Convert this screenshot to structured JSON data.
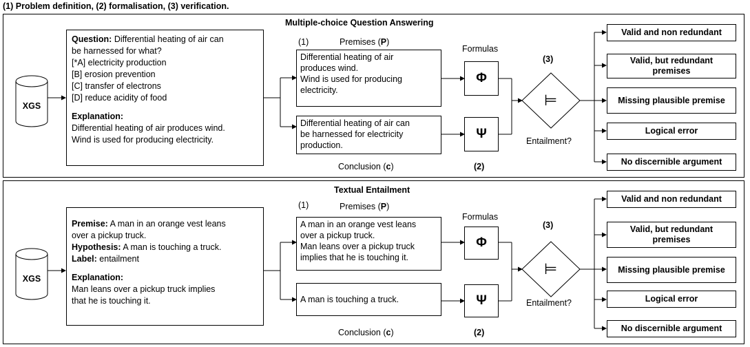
{
  "caption": "(1) Problem definition, (2) formalisation, (3) verification.",
  "panels": {
    "top": {
      "title": "Multiple-choice Question Answering",
      "source": "XGS",
      "example": [
        {
          "label": "Question:",
          "text": " Differential heating of air can"
        },
        {
          "label": "",
          "text": "be harnessed for what?"
        },
        {
          "label": "",
          "text": "[*A] electricity production"
        },
        {
          "label": "",
          "text": "[B] erosion prevention"
        },
        {
          "label": "",
          "text": "[C] transfer of electrons"
        },
        {
          "label": "",
          "text": "[D] reduce acidity of food"
        }
      ],
      "explanation_label": "Explanation:",
      "explanation": [
        "Differential heating of air produces wind.",
        "Wind is used for producing electricity."
      ],
      "step1": "(1)",
      "premises_label": "Premises (",
      "premises_symbol": "P",
      "premises_close": ")",
      "premises": [
        "Differential heating of air",
        "produces wind.",
        "Wind is used for producing",
        "electricity."
      ],
      "conclusion": [
        "Differential heating of air can",
        "be harnessed for electricity",
        "production."
      ],
      "conclusion_label": "Conclusion (",
      "conclusion_symbol": "c",
      "conclusion_close": ")",
      "formulas_label": "Formulas",
      "phi": "Φ",
      "psi": "Ψ",
      "step2": "(2)",
      "step3": "(3)",
      "entail_symbol": "⊨",
      "entailment_label": "Entailment?",
      "outcomes": [
        "Valid and non redundant",
        "Valid, but redundant premises",
        "Missing plausible premise",
        "Logical error",
        "No discernible argument"
      ]
    },
    "bottom": {
      "title": "Textual Entailment",
      "source": "XGS",
      "example": [
        {
          "label": "Premise:",
          "text": " A man in an orange vest leans"
        },
        {
          "label": "",
          "text": "over a pickup truck."
        },
        {
          "label": "Hypothesis:",
          "text": " A man is touching a truck."
        },
        {
          "label": "Label:",
          "text": " entailment"
        }
      ],
      "explanation_label": "Explanation:",
      "explanation": [
        "Man leans over a pickup truck implies",
        "that he is touching it."
      ],
      "step1": "(1)",
      "premises_label": "Premises (",
      "premises_symbol": "P",
      "premises_close": ")",
      "premises": [
        "A man in an orange vest leans",
        "over a pickup truck.",
        "Man leans over a pickup truck",
        "implies that he is touching it."
      ],
      "conclusion": [
        "A man is touching a truck."
      ],
      "conclusion_label": "Conclusion (",
      "conclusion_symbol": "c",
      "conclusion_close": ")",
      "formulas_label": "Formulas",
      "phi": "Φ",
      "psi": "Ψ",
      "step2": "(2)",
      "step3": "(3)",
      "entail_symbol": "⊨",
      "entailment_label": "Entailment?",
      "outcomes": [
        "Valid and non redundant",
        "Valid, but redundant premises",
        "Missing plausible premise",
        "Logical error",
        "No discernible argument"
      ]
    }
  }
}
